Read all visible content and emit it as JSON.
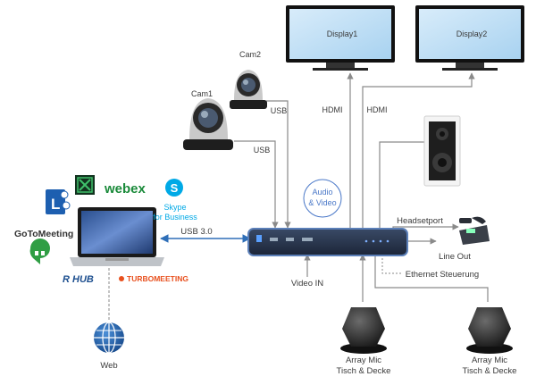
{
  "labels": {
    "display1": "Display1",
    "display2": "Display2",
    "cam2": "Cam2",
    "cam1": "Cam1",
    "usb_cam2": "USB",
    "usb_cam1": "USB",
    "hdmi1": "HDMI",
    "hdmi2": "HDMI",
    "audio_video_line1": "Audio",
    "audio_video_line2": "& Video",
    "usb3": "USB 3.0",
    "video_in": "Video IN",
    "headsetport": "Headsetport",
    "line_out": "Line Out",
    "ethernet": "Ethernet Steuerung",
    "array_mic1_line1": "Array Mic",
    "array_mic1_line2": "Tisch & Decke",
    "array_mic2_line1": "Array Mic",
    "array_mic2_line2": "Tisch & Decke",
    "web": "Web"
  },
  "logos": {
    "webex": "webex",
    "skype_line1": "Skype",
    "skype_line2": "for Business",
    "gotomeeting": "GoToMeeting",
    "rhub": "R HUB",
    "turbomeeting": "TURBOMEETING"
  },
  "colors": {
    "arrow": "#8a8a8a",
    "usb3_arrow": "#2f6fb8",
    "audio_circle": "#4a78c8",
    "skype": "#00a9e6",
    "webex": "#1a8a3a",
    "goto": "#f39c12",
    "hangouts": "#2f9e44",
    "turbomeeting": "#e8501e"
  }
}
